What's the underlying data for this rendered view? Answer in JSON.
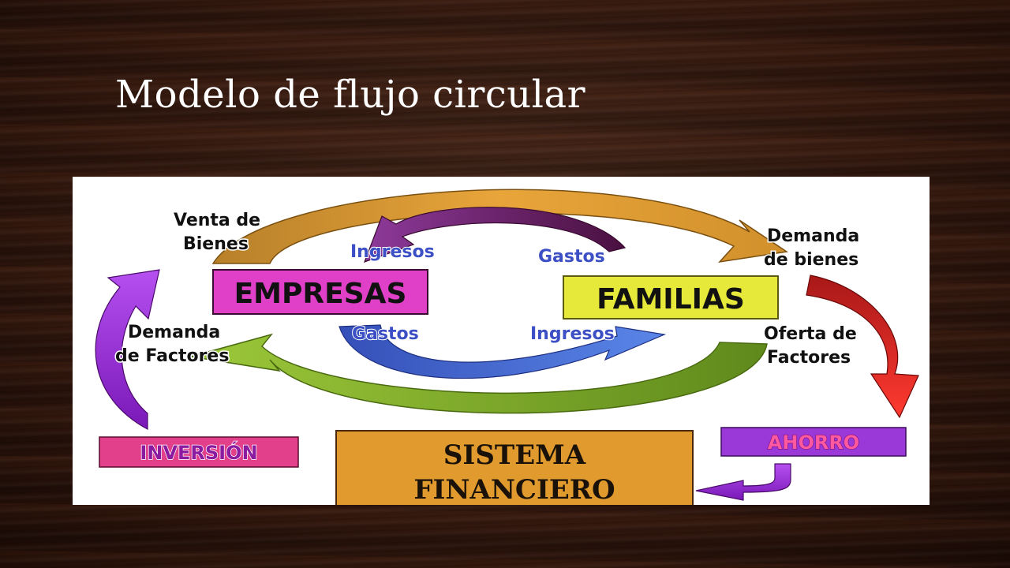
{
  "title": "Modelo de flujo circular",
  "diagram": {
    "labels": {
      "venta_bienes_1": "Venta de",
      "venta_bienes_2": "Bienes",
      "demanda_bienes_1": "Demanda",
      "demanda_bienes_2": "de bienes",
      "demanda_factores_1": "Demanda",
      "demanda_factores_2": "de Factores",
      "oferta_factores_1": "Oferta de",
      "oferta_factores_2": "Factores",
      "ingresos_top": "Ingresos",
      "gastos_top": "Gastos",
      "gastos_bottom": "Gastos",
      "ingresos_bottom": "Ingresos"
    },
    "boxes": {
      "empresas": "EMPRESAS",
      "familias": "FAMILIAS",
      "inversion": "INVERSIÓN",
      "ahorro": "AHORRO",
      "sistema_1": "SISTEMA",
      "sistema_2": "FINANCIERO"
    },
    "colors": {
      "orange_arrow": "#d9952e",
      "purple_arrow": "#6d1f6b",
      "blue_arrow": "#3f62c8",
      "green_arrow": "#7aa82a",
      "red_arrow": "#d6262a",
      "violet_arrow": "#9a2ad8",
      "empresas_box": "#e040c8",
      "familias_box": "#e6e83a",
      "inversion_box": "#e2408a",
      "ahorro_box": "#9a38d8",
      "sistema_box": "#e09a2e"
    }
  }
}
